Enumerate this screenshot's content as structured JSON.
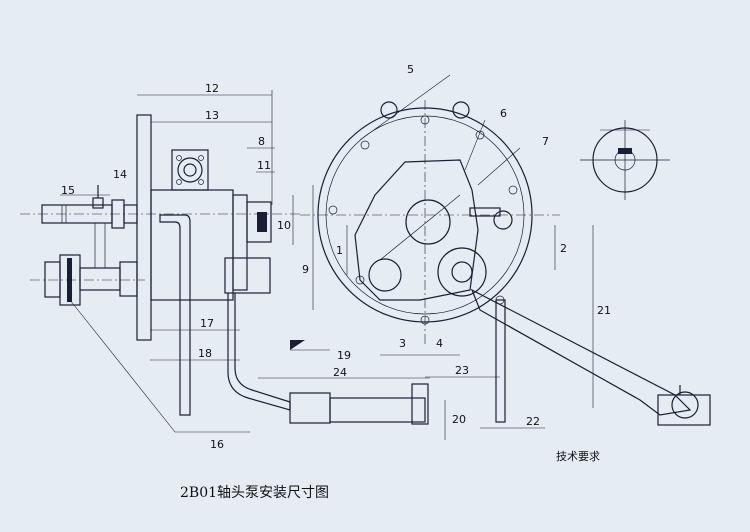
{
  "title": "2B01轴头泵安装尺寸图",
  "note": "技术要求",
  "callouts": {
    "c1": "1",
    "c2": "2",
    "c3": "3",
    "c4": "4",
    "c5": "5",
    "c6": "6",
    "c7": "7",
    "c8": "8",
    "c9": "9",
    "c10": "10",
    "c11": "11",
    "c12": "12",
    "c13": "13",
    "c14": "14",
    "c15": "15",
    "c16": "16",
    "c17": "17",
    "c18": "18",
    "c19": "19",
    "c20": "20",
    "c21": "21",
    "c22": "22",
    "c23": "23",
    "c24": "24"
  },
  "colors": {
    "background": "#e6ecf4",
    "ink": "#1a1f33"
  }
}
